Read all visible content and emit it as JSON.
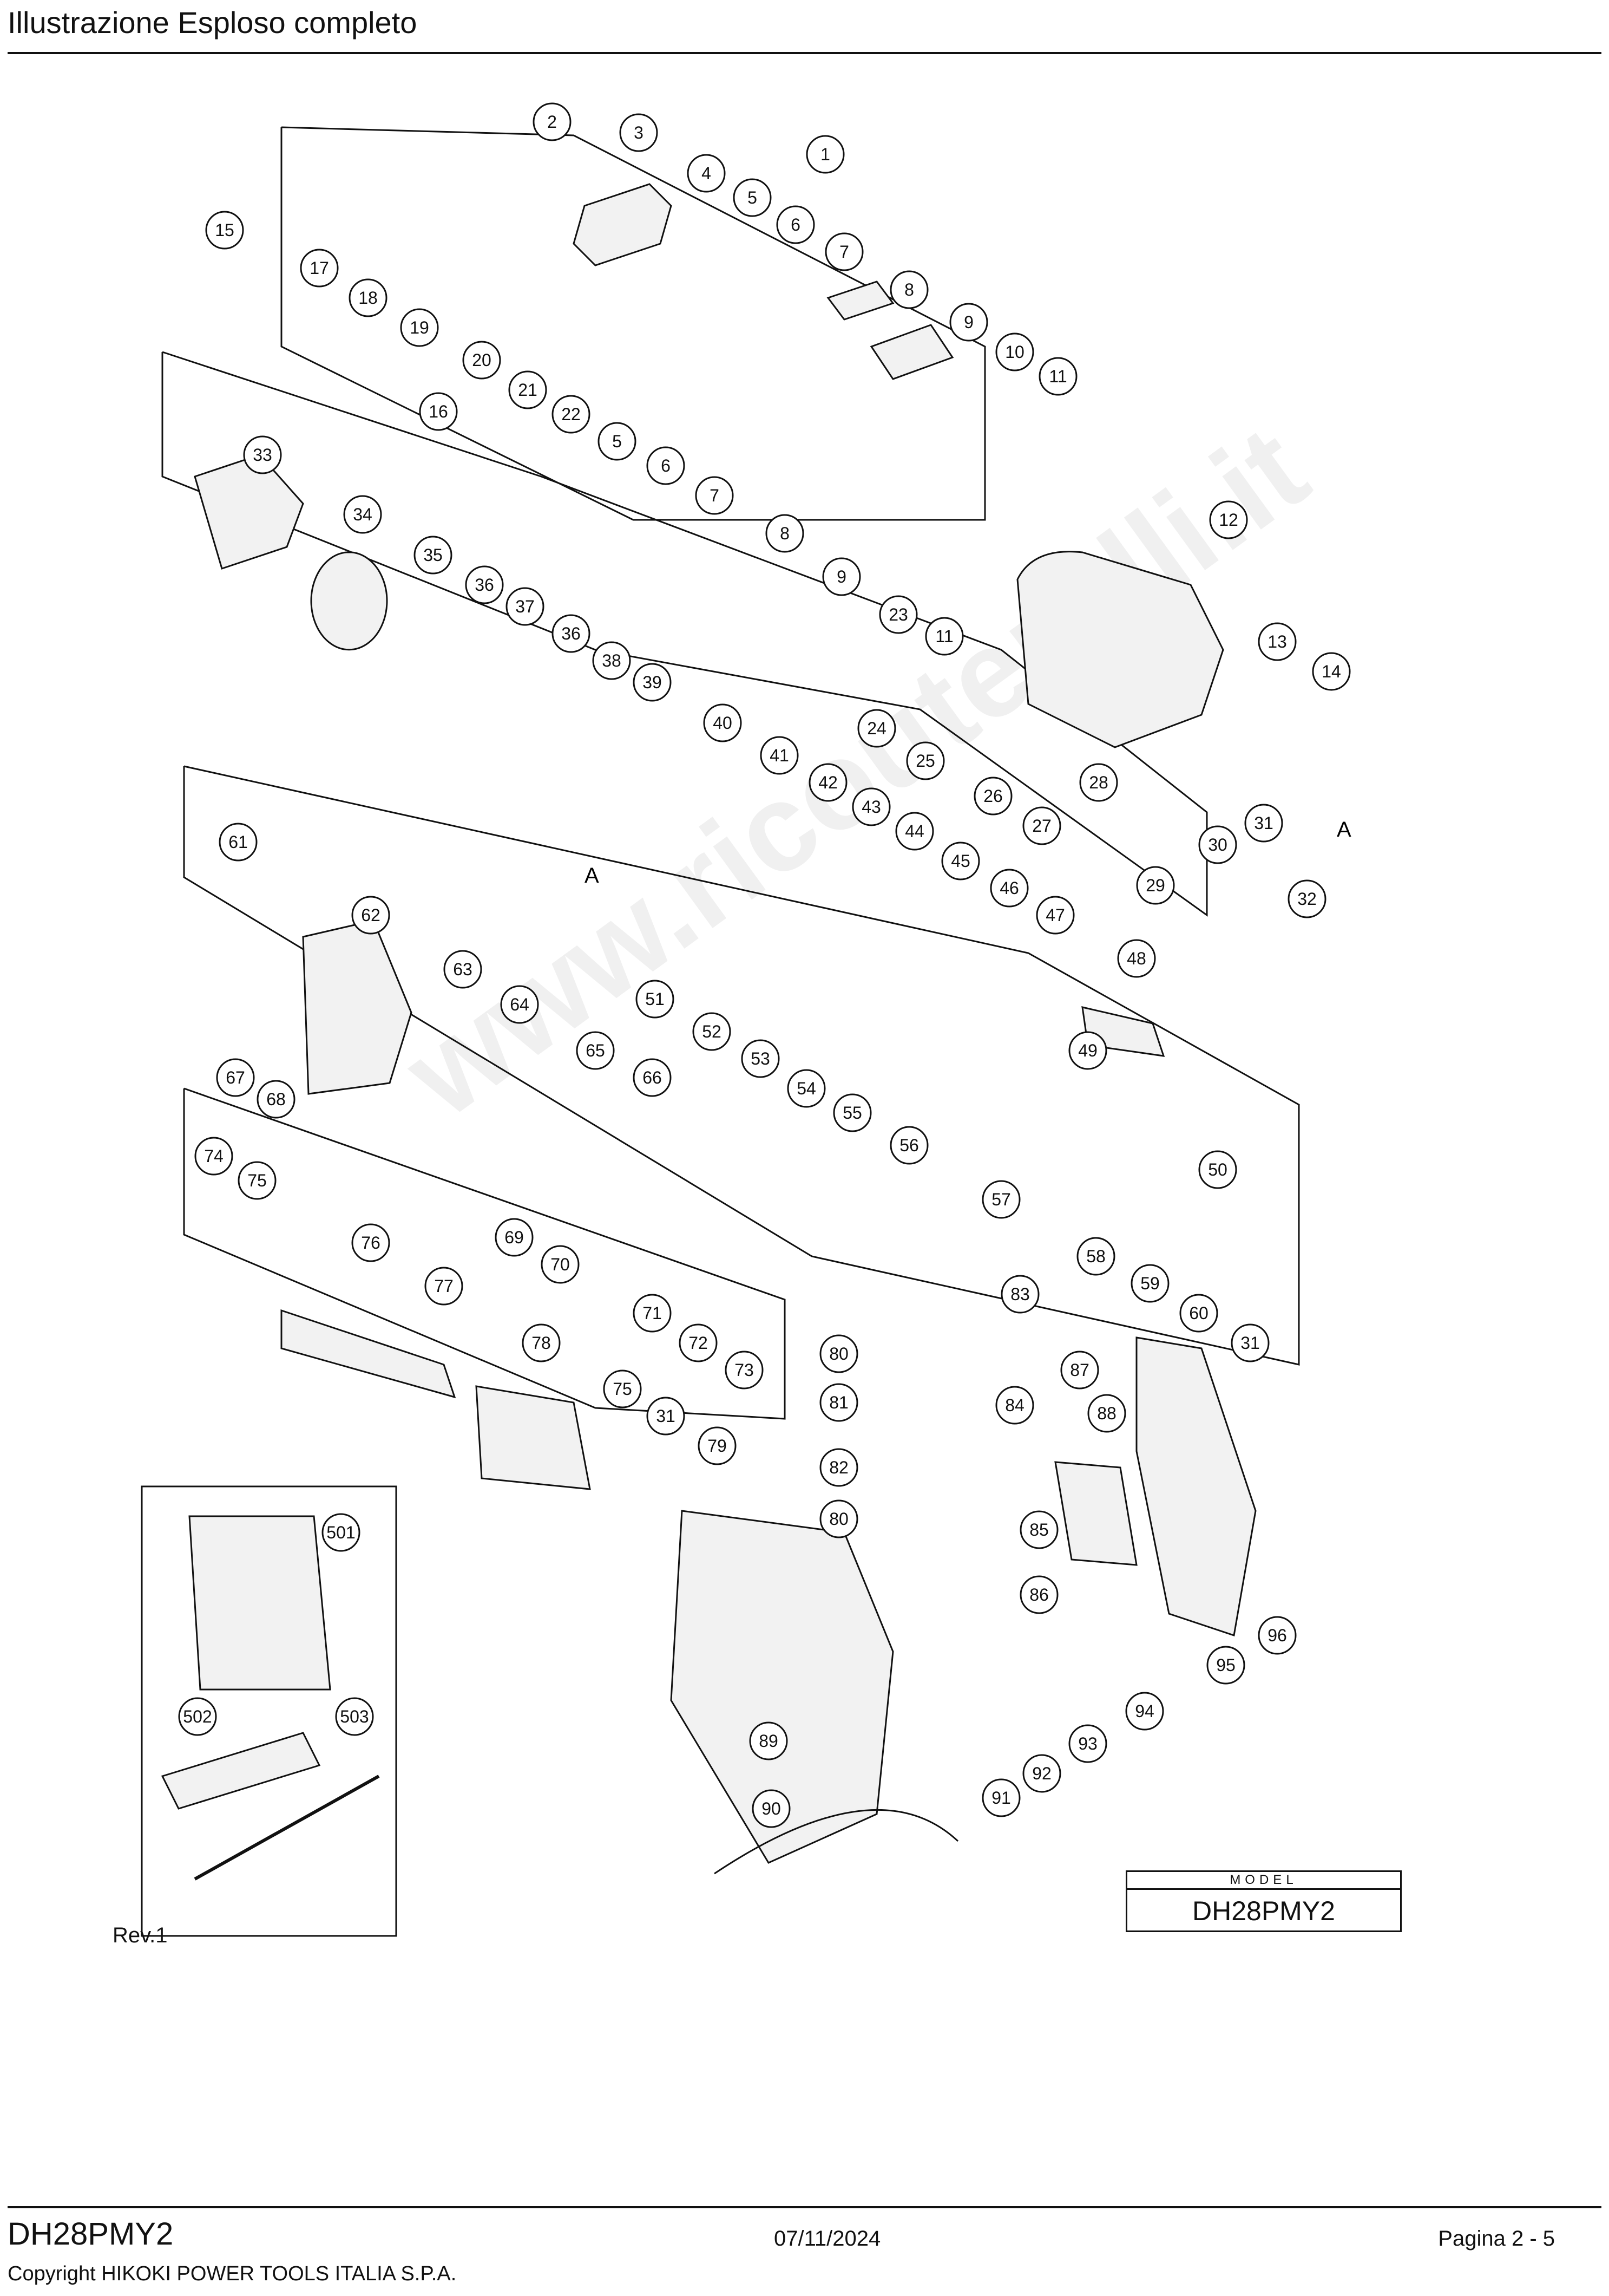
{
  "header": {
    "title": "Illustrazione  Esploso completo"
  },
  "diagram": {
    "label_A": "A",
    "revision": "Rev.1",
    "model_box": {
      "label": "MODEL",
      "name": "DH28PMY2"
    },
    "watermark": "www.ricouterolli.it",
    "callouts": [
      "1",
      "2",
      "3",
      "4",
      "5",
      "6",
      "7",
      "8",
      "9",
      "10",
      "11",
      "12",
      "13",
      "14",
      "15",
      "16",
      "17",
      "18",
      "19",
      "20",
      "21",
      "22",
      "5",
      "6",
      "7",
      "8",
      "9",
      "23",
      "11",
      "24",
      "25",
      "26",
      "27",
      "28",
      "29",
      "30",
      "31",
      "32",
      "33",
      "34",
      "35",
      "36",
      "37",
      "36",
      "38",
      "39",
      "40",
      "41",
      "42",
      "43",
      "44",
      "45",
      "46",
      "47",
      "48",
      "49",
      "50",
      "51",
      "52",
      "53",
      "54",
      "55",
      "56",
      "57",
      "58",
      "59",
      "60",
      "31",
      "61",
      "62",
      "63",
      "64",
      "65",
      "66",
      "67",
      "68",
      "69",
      "70",
      "71",
      "72",
      "73",
      "74",
      "75",
      "76",
      "77",
      "78",
      "75",
      "31",
      "79",
      "80",
      "81",
      "82",
      "80",
      "83",
      "84",
      "85",
      "86",
      "87",
      "88",
      "89",
      "90",
      "91",
      "92",
      "93",
      "94",
      "95",
      "96",
      "501",
      "502",
      "503"
    ]
  },
  "footer": {
    "model": "DH28PMY2",
    "date": "07/11/2024",
    "page": "Pagina 2 - 5",
    "copyright": "Copyright HIKOKI POWER TOOLS ITALIA S.P.A."
  }
}
